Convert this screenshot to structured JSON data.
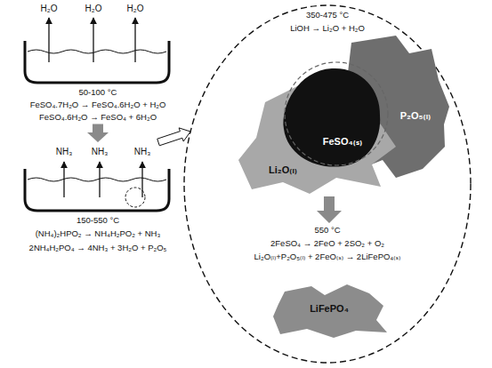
{
  "diagram": {
    "nodes": [
      {
        "text": [
          "H₂O",
          "H₂O",
          "H₂O",
          "50-100 °C",
          "FeSO₄.7H₂O → FeSO₄.6H₂O + H₂O",
          "FeSO₄.6H₂O → FeSO₄ + 6H₂O"
        ]
      },
      {
        "text": [
          "NH₃",
          "NH₃",
          "NH₃",
          "150-550 °C",
          "(NH₄)₂HPO₂ → NH₄H₂PO₂ + NH₃",
          "2NH₄H₂PO₄ → 4NH₃ + 3H₂O + P₂O₅"
        ]
      },
      {
        "text": [
          "350-475 °C",
          "LiOH → Li₂O + H₂O",
          "550 °C",
          "2FeSO₄ → 2FeO + 2SO₂ + O₂",
          "Li₂O₍ₗ₎+P₂O₅₍ₗ₎ + 2FeO₍ₛ₎ → 2LiFePO₄₍ₛ₎"
        ]
      },
      {
        "text": [
          "FeSO₄₍ₛ₎"
        ],
        "in": 2
      },
      {
        "text": [
          "P₂O₅₍ₗ₎"
        ],
        "in": 2
      },
      {
        "text": [
          "Li₂O₍ₗ₎"
        ],
        "in": 2
      },
      {
        "text": [
          "LiFePO₄"
        ],
        "in": 2
      }
    ],
    "edges": [
      {
        "from": 0,
        "to": 1,
        "arrow": "to"
      },
      {
        "from": 1,
        "to": 2,
        "arrow": "to"
      }
    ]
  }
}
